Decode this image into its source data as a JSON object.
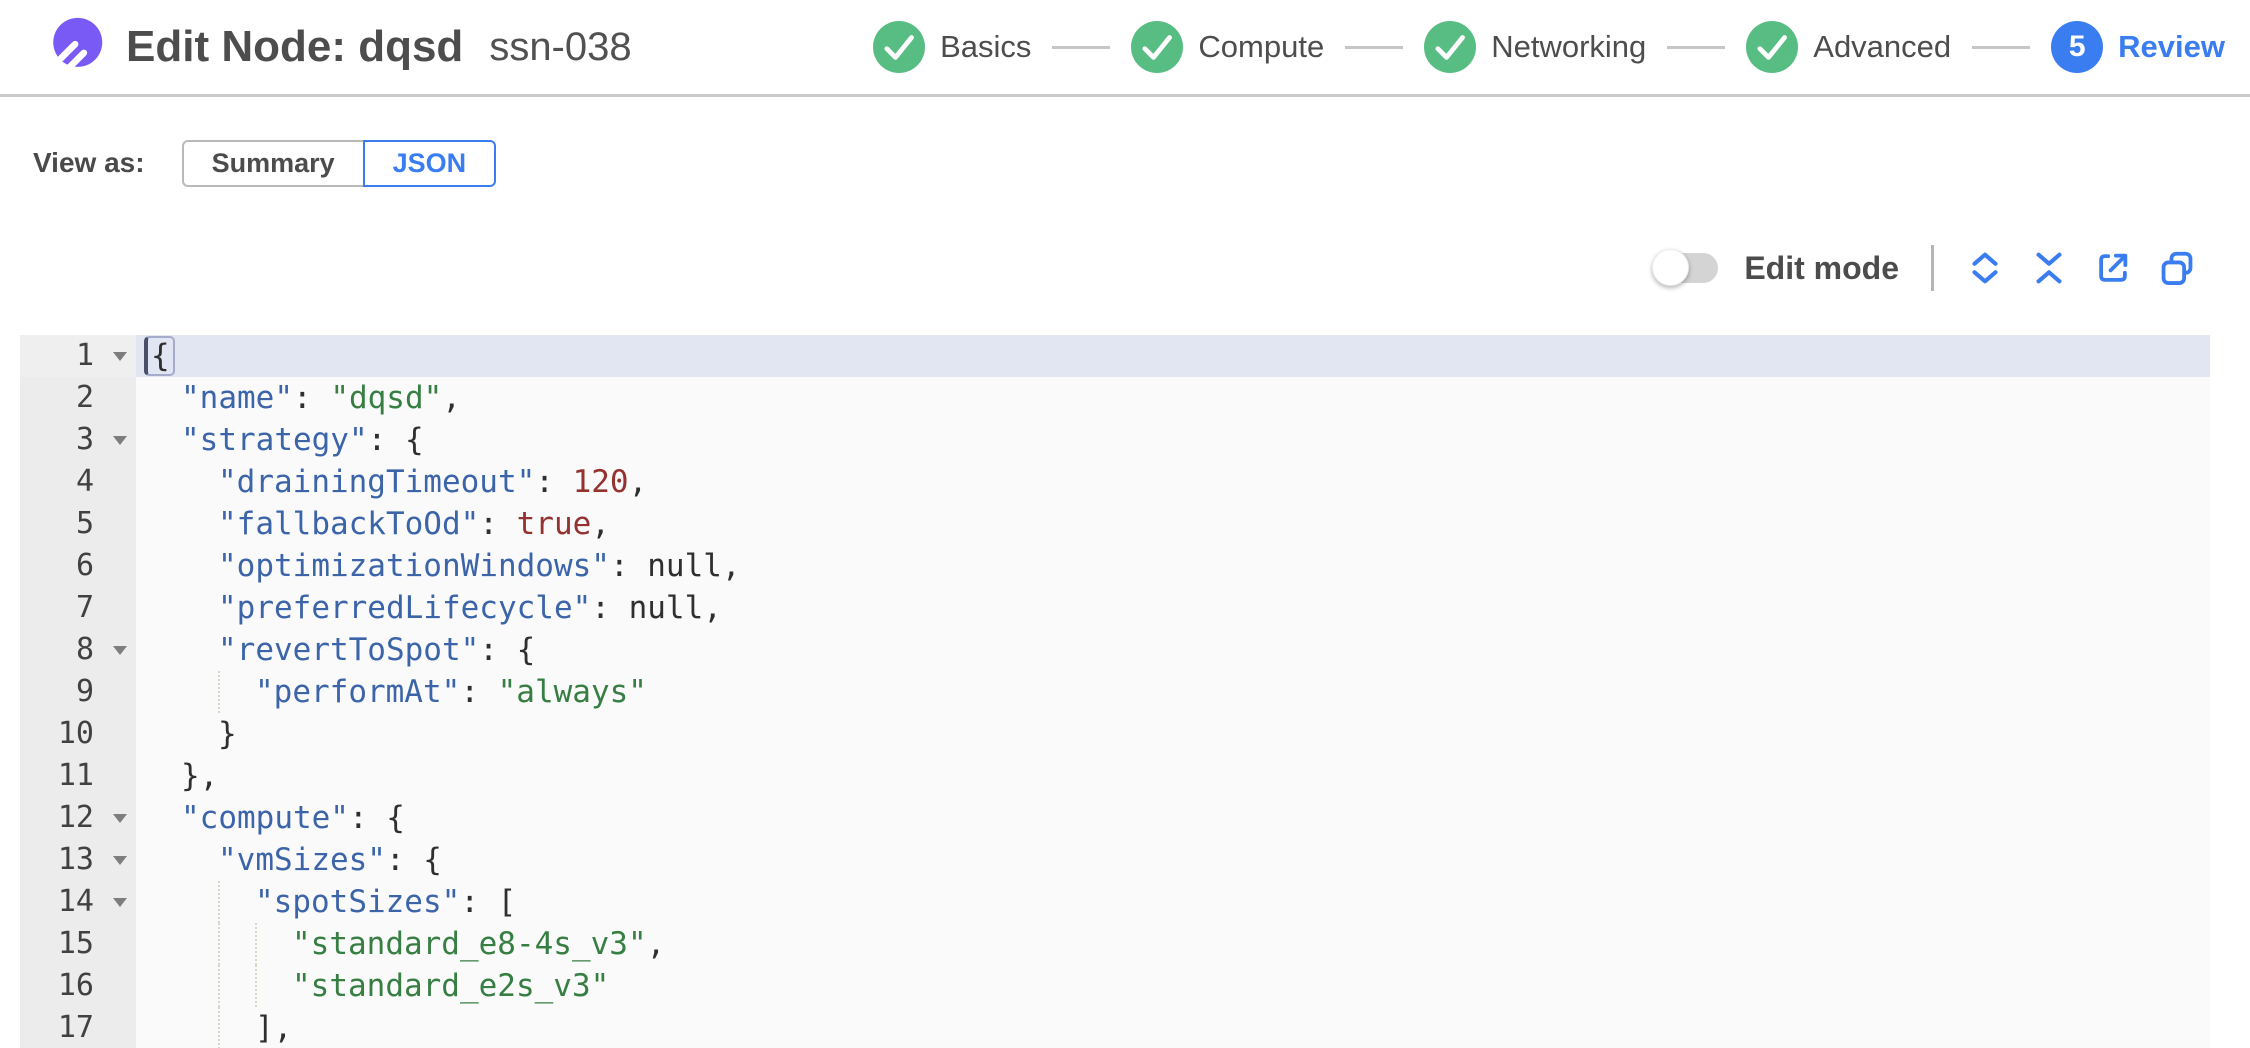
{
  "header": {
    "title": "Edit Node: dqsd",
    "subtitle": "ssn-038",
    "steps": [
      {
        "label": "Basics",
        "state": "complete"
      },
      {
        "label": "Compute",
        "state": "complete"
      },
      {
        "label": "Networking",
        "state": "complete"
      },
      {
        "label": "Advanced",
        "state": "complete"
      },
      {
        "label": "Review",
        "state": "current",
        "number": "5"
      }
    ]
  },
  "view_as": {
    "label": "View as:",
    "options": [
      {
        "label": "Summary",
        "selected": false
      },
      {
        "label": "JSON",
        "selected": true
      }
    ]
  },
  "toolbar": {
    "edit_mode_label": "Edit mode",
    "edit_mode_on": false,
    "icons": [
      "expand-all-icon",
      "collapse-all-icon",
      "export-icon",
      "copy-icon"
    ]
  },
  "colors": {
    "brand_purple": "#7a5af5",
    "accent_blue": "#3a7df0",
    "success_green": "#58bd83",
    "active_line_bg": "#e2e6f2",
    "syntax_key": "#3c64a9",
    "syntax_string": "#377e43",
    "syntax_number": "#93322f"
  },
  "editor": {
    "lines": [
      {
        "num": 1,
        "fold": true,
        "active": true,
        "indent": 0,
        "tokens": [
          {
            "t": "brace-active",
            "v": "{"
          }
        ]
      },
      {
        "num": 2,
        "fold": false,
        "indent": 1,
        "tokens": [
          {
            "t": "key",
            "v": "\"name\""
          },
          {
            "t": "punct",
            "v": ": "
          },
          {
            "t": "str",
            "v": "\"dqsd\""
          },
          {
            "t": "punct",
            "v": ","
          }
        ]
      },
      {
        "num": 3,
        "fold": true,
        "indent": 1,
        "tokens": [
          {
            "t": "key",
            "v": "\"strategy\""
          },
          {
            "t": "punct",
            "v": ": {"
          }
        ]
      },
      {
        "num": 4,
        "fold": false,
        "indent": 2,
        "tokens": [
          {
            "t": "key",
            "v": "\"drainingTimeout\""
          },
          {
            "t": "punct",
            "v": ": "
          },
          {
            "t": "num",
            "v": "120"
          },
          {
            "t": "punct",
            "v": ","
          }
        ]
      },
      {
        "num": 5,
        "fold": false,
        "indent": 2,
        "tokens": [
          {
            "t": "key",
            "v": "\"fallbackToOd\""
          },
          {
            "t": "punct",
            "v": ": "
          },
          {
            "t": "num",
            "v": "true"
          },
          {
            "t": "punct",
            "v": ","
          }
        ]
      },
      {
        "num": 6,
        "fold": false,
        "indent": 2,
        "tokens": [
          {
            "t": "key",
            "v": "\"optimizationWindows\""
          },
          {
            "t": "punct",
            "v": ": "
          },
          {
            "t": "null",
            "v": "null"
          },
          {
            "t": "punct",
            "v": ","
          }
        ]
      },
      {
        "num": 7,
        "fold": false,
        "indent": 2,
        "tokens": [
          {
            "t": "key",
            "v": "\"preferredLifecycle\""
          },
          {
            "t": "punct",
            "v": ": "
          },
          {
            "t": "null",
            "v": "null"
          },
          {
            "t": "punct",
            "v": ","
          }
        ]
      },
      {
        "num": 8,
        "fold": true,
        "indent": 2,
        "tokens": [
          {
            "t": "key",
            "v": "\"revertToSpot\""
          },
          {
            "t": "punct",
            "v": ": {"
          }
        ]
      },
      {
        "num": 9,
        "fold": false,
        "indent": 3,
        "tokens": [
          {
            "t": "key",
            "v": "\"performAt\""
          },
          {
            "t": "punct",
            "v": ": "
          },
          {
            "t": "str",
            "v": "\"always\""
          }
        ]
      },
      {
        "num": 10,
        "fold": false,
        "indent": 2,
        "tokens": [
          {
            "t": "punct",
            "v": "}"
          }
        ]
      },
      {
        "num": 11,
        "fold": false,
        "indent": 1,
        "tokens": [
          {
            "t": "punct",
            "v": "},"
          }
        ]
      },
      {
        "num": 12,
        "fold": true,
        "indent": 1,
        "tokens": [
          {
            "t": "key",
            "v": "\"compute\""
          },
          {
            "t": "punct",
            "v": ": {"
          }
        ]
      },
      {
        "num": 13,
        "fold": true,
        "indent": 2,
        "tokens": [
          {
            "t": "key",
            "v": "\"vmSizes\""
          },
          {
            "t": "punct",
            "v": ": {"
          }
        ]
      },
      {
        "num": 14,
        "fold": true,
        "indent": 3,
        "tokens": [
          {
            "t": "key",
            "v": "\"spotSizes\""
          },
          {
            "t": "punct",
            "v": ": ["
          }
        ]
      },
      {
        "num": 15,
        "fold": false,
        "indent": 4,
        "tokens": [
          {
            "t": "str",
            "v": "\"standard_e8-4s_v3\""
          },
          {
            "t": "punct",
            "v": ","
          }
        ]
      },
      {
        "num": 16,
        "fold": false,
        "indent": 4,
        "tokens": [
          {
            "t": "str",
            "v": "\"standard_e2s_v3\""
          }
        ]
      },
      {
        "num": 17,
        "fold": false,
        "indent": 3,
        "tokens": [
          {
            "t": "punct",
            "v": "],"
          }
        ]
      }
    ]
  }
}
